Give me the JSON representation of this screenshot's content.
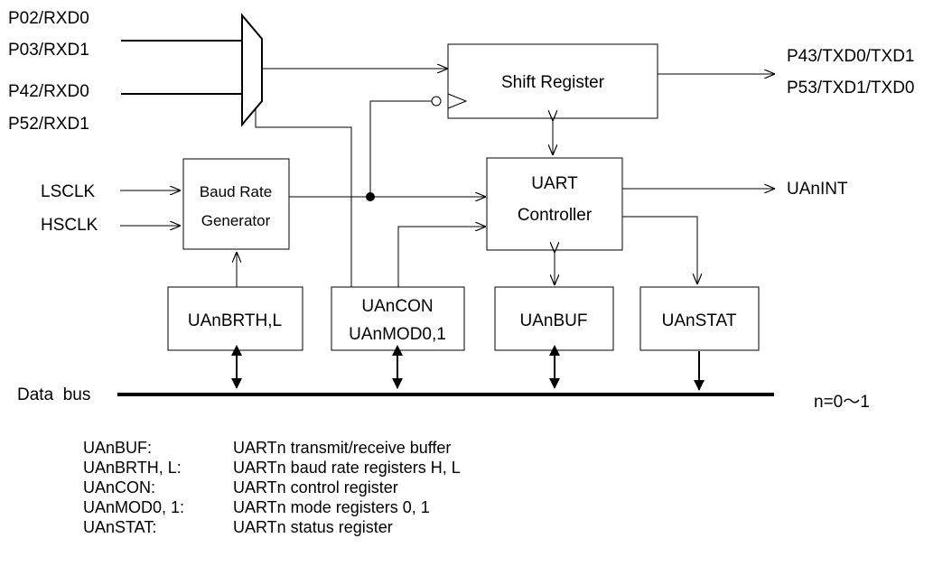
{
  "inputs": {
    "p02": "P02/RXD0",
    "p03": "P03/RXD1",
    "p42": "P42/RXD0",
    "p52": "P52/RXD1",
    "lsclk": "LSCLK",
    "hsclk": "HSCLK"
  },
  "outputs": {
    "p43": "P43/TXD0/TXD1",
    "p53": "P53/TXD1/TXD0",
    "int": "UAnINT"
  },
  "blocks": {
    "shift_register": "Shift Register",
    "baud_line1": "Baud Rate",
    "baud_line2": "Generator",
    "uart_line1": "UART",
    "uart_line2": "Controller",
    "brth": "UAnBRTH,L",
    "con_line1": "UAnCON",
    "con_line2": "UAnMOD0,1",
    "buf": "UAnBUF",
    "stat": "UAnSTAT"
  },
  "data_bus": "Data  bus",
  "range_note": "n=0～1",
  "legend": [
    {
      "key": "UAnBUF:",
      "desc": "UARTn transmit/receive buffer"
    },
    {
      "key": "UAnBRTH, L:",
      "desc": "UARTn baud rate registers H, L"
    },
    {
      "key": "UAnCON:",
      "desc": "UARTn control register"
    },
    {
      "key": "UAnMOD0, 1:",
      "desc": "UARTn mode registers 0, 1"
    },
    {
      "key": "UAnSTAT:",
      "desc": "UARTn status register"
    }
  ]
}
